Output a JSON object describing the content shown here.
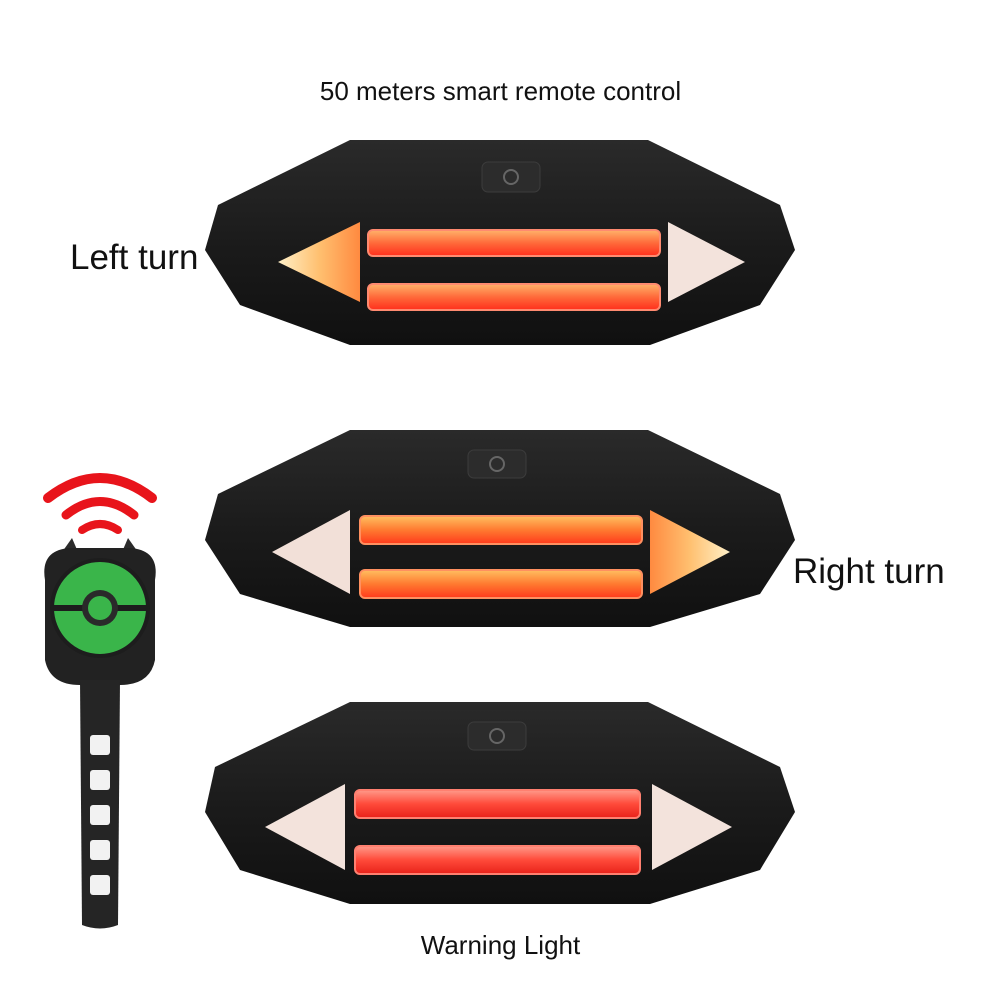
{
  "captions": {
    "top": "50 meters smart remote control",
    "left_turn": "Left turn",
    "right_turn": "Right turn",
    "warning": "Warning Light"
  },
  "icons": {
    "light": "bike-tail-light-icon",
    "power": "power-button-icon",
    "remote": "wireless-remote-icon",
    "signal": "wifi-signal-icon"
  },
  "colors": {
    "housing": "#1e1e1e",
    "red_glow": "#ff3a22",
    "amber_glow": "#ffb347",
    "signal_red": "#e8141b",
    "remote_green": "#3ab54a",
    "pale_arrow": "#f6e6df"
  }
}
